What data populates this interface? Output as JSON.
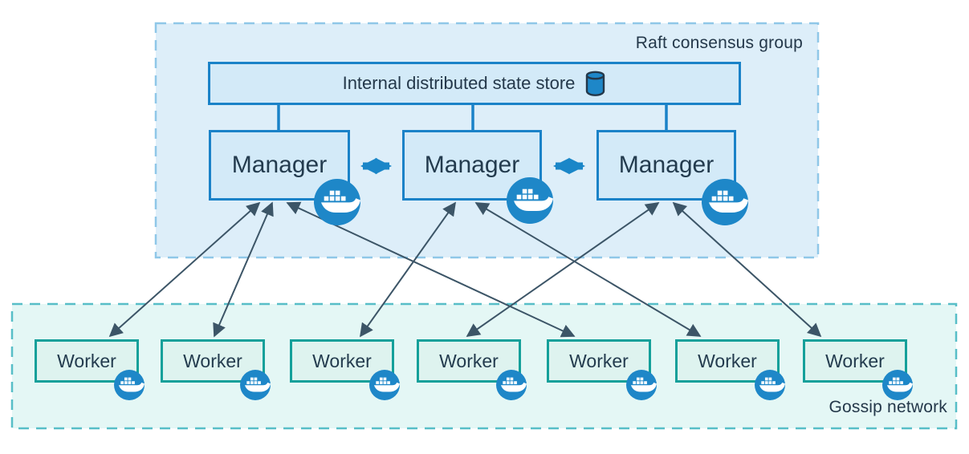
{
  "raft": {
    "label": "Raft consensus group",
    "store": {
      "label": "Internal distributed state store",
      "icon": "database-icon"
    },
    "managers": [
      {
        "label": "Manager",
        "icon": "docker-whale-icon"
      },
      {
        "label": "Manager",
        "icon": "docker-whale-icon"
      },
      {
        "label": "Manager",
        "icon": "docker-whale-icon"
      }
    ]
  },
  "gossip": {
    "label": "Gossip network",
    "workers": [
      {
        "label": "Worker",
        "icon": "docker-whale-icon"
      },
      {
        "label": "Worker",
        "icon": "docker-whale-icon"
      },
      {
        "label": "Worker",
        "icon": "docker-whale-icon"
      },
      {
        "label": "Worker",
        "icon": "docker-whale-icon"
      },
      {
        "label": "Worker",
        "icon": "docker-whale-icon"
      },
      {
        "label": "Worker",
        "icon": "docker-whale-icon"
      },
      {
        "label": "Worker",
        "icon": "docker-whale-icon"
      }
    ]
  },
  "connections": {
    "manager_peer_links": [
      [
        0,
        1
      ],
      [
        1,
        2
      ]
    ],
    "store_to_managers": [
      0,
      1,
      2
    ],
    "worker_to_manager": {
      "worker1": "manager1",
      "worker2": "manager1",
      "worker3": "manager2",
      "worker4": "manager3",
      "worker5": "manager1",
      "worker6": "manager2",
      "worker7": "manager3"
    }
  },
  "colors": {
    "raft_fill": "#ddeef9",
    "raft_border": "#8fc7e8",
    "gossip_fill": "#e4f7f5",
    "gossip_border": "#57bec7",
    "node_blue_fill": "#d3eaf8",
    "node_blue_border": "#1a82c8",
    "node_teal_fill": "#def3ef",
    "node_teal_border": "#14a09a",
    "thick_arrow": "#1a86c8",
    "thin_arrow": "#3c5567",
    "docker_blue": "#1e87c8",
    "text": "#233b4e"
  }
}
